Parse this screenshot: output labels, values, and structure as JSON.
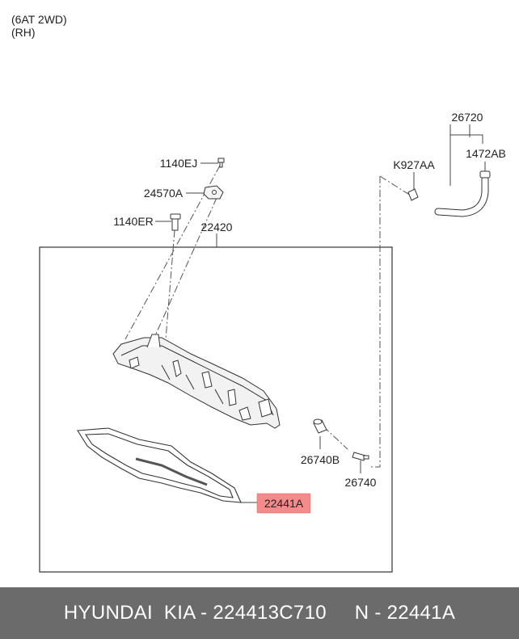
{
  "header": {
    "line1": "(6AT 2WD)",
    "line2": "(RH)"
  },
  "labels": {
    "hose_assy": "26720",
    "clamp_right": "1472AB",
    "clamp_left": "K927AA",
    "bolt_top": "1140EJ",
    "bracket": "24570A",
    "bolt_mid": "1140ER",
    "cover_assy": "22420",
    "grommet": "26740B",
    "pcv_valve": "26740",
    "gasket": "22441A"
  },
  "highlight": {
    "color": "#f48a8a",
    "part": "22441A"
  },
  "footer": {
    "brand": "HYUNDAI  KIA - 224413C710",
    "ref": "N - 22441A",
    "background": "#6b6b6b"
  }
}
